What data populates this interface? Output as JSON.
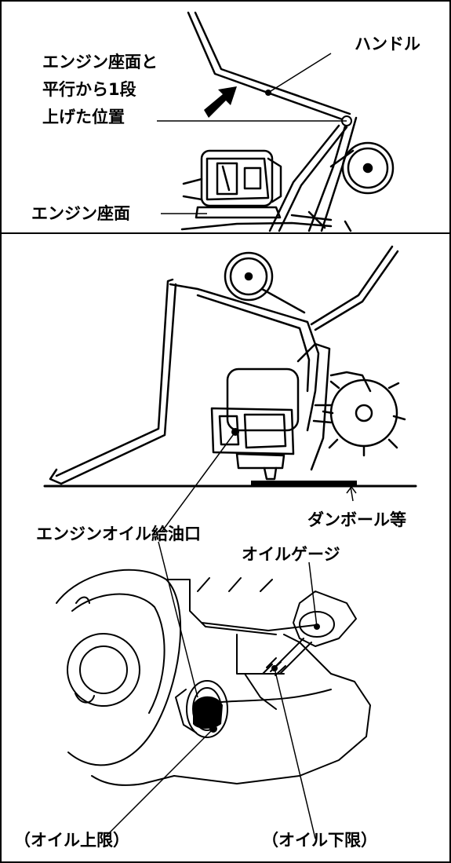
{
  "top_panel": {
    "handle_label": "ハンドル",
    "position_label_lines": [
      "エンジン座面と",
      "平行から1段",
      "上げた位置"
    ],
    "engine_seat_label": "エンジン座面"
  },
  "bottom_panel": {
    "cardboard_label": "ダンボール等",
    "oil_filler_label": "エンジンオイル給油口",
    "oil_gauge_label": "オイルゲージ",
    "oil_upper_label": "（オイル上限）",
    "oil_lower_label": "（オイル下限）"
  }
}
